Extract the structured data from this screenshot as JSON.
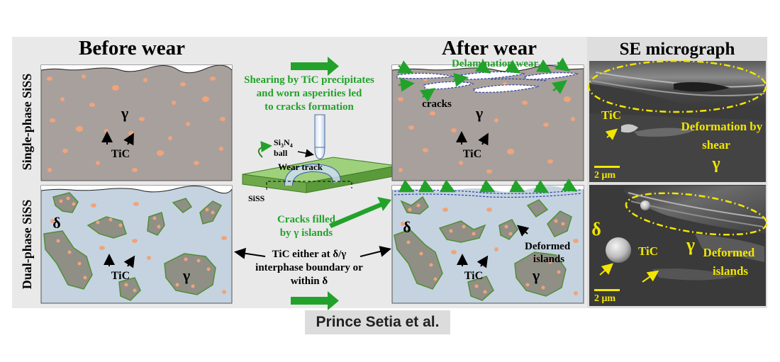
{
  "headers": {
    "before": "Before wear",
    "after": "After wear",
    "se": "SE micrograph"
  },
  "row_labels": {
    "single": "Single-phase SiSS",
    "dual": "Dual-phase SiSS"
  },
  "panel_labels": {
    "gamma": "γ",
    "delta": "δ",
    "tic": "TiC",
    "cracks": "cracks",
    "deformed_line1": "Deformed",
    "deformed_line2": "islands"
  },
  "annotations": {
    "shearing": [
      "Shearing by TiC precipitates",
      "and worn asperities led",
      "to cracks formation"
    ],
    "delamination": "Delamination wear",
    "cracks_filled": [
      "Cracks filled",
      "by γ islands"
    ],
    "tic_either": [
      "TiC either at δ/γ",
      "interphase boundary or",
      "within δ"
    ],
    "si3n4_ball": [
      "Si",
      "3",
      "N",
      "4",
      "ball"
    ],
    "wear_track": "Wear track",
    "siss": "SiSS"
  },
  "micrograph_labels": {
    "tic": "TiC",
    "deformation_line1": "Deformation by",
    "deformation_line2": "shear",
    "gamma": "γ",
    "delta": "δ",
    "deformed_line1": "Deformed",
    "deformed_line2": "islands",
    "scale": "2 μm"
  },
  "footer": "Prince Setia et al.",
  "colors": {
    "gamma_matrix": "#a8a09d",
    "tic_particle": "#f0a47a",
    "delta_matrix": "#c5d3e0",
    "gamma_island": "#8f8f86",
    "island_edge": "#4f8f35",
    "accent_green": "#22a22a",
    "crack_blue": "#2f3fa8",
    "micro_yellow": "#f2e600",
    "panel_bg": "#e9e9e9"
  }
}
